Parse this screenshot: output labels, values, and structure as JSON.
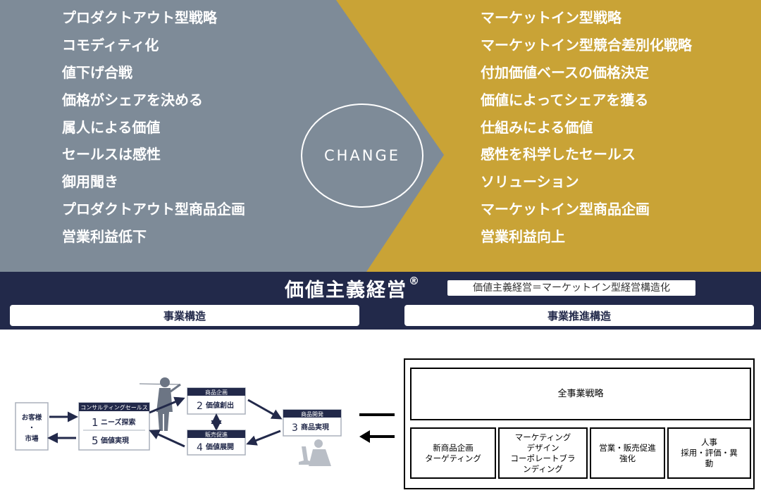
{
  "old_model": {
    "items": [
      "プロダクトアウト型戦略",
      "コモディティ化",
      "値下げ合戦",
      "価格がシェアを決める",
      "属人による価値",
      "セールスは感性",
      "御用聞き",
      "プロダクトアウト型商品企画",
      "営業利益低下"
    ]
  },
  "change_label": "CHANGE",
  "new_model": {
    "items": [
      "マーケットイン型戦略",
      "マーケットイン型競合差別化戦略",
      "付加価値ベースの価格決定",
      "価値によってシェアを獲る",
      "仕組みによる価値",
      "感性を科学したセールス",
      "ソリューション",
      "マーケットイン型商品企画",
      "営業利益向上"
    ]
  },
  "philosophy": {
    "title": "価値主義経営",
    "mark": "®",
    "caption": "価値主義経営＝マーケットイン型経営構造化"
  },
  "sections": {
    "business_structure": "事業構造",
    "promotion_structure": "事業推進構造"
  },
  "flow": {
    "customer": [
      "お客様",
      "・",
      "市場"
    ],
    "consulting": {
      "header": "コンサルティングセールス",
      "step1": {
        "num": "1",
        "label": "ニーズ探索"
      },
      "step5": {
        "num": "5",
        "label": "価値実現"
      }
    },
    "planning": {
      "header": "商品企画",
      "num": "2",
      "label": "価値創出"
    },
    "promotion": {
      "header": "販売促進",
      "num": "4",
      "label": "価値展開"
    },
    "development": {
      "header": "商品開発",
      "num": "3",
      "label": "商品実現"
    }
  },
  "strategy": {
    "top": "全事業戦略",
    "boxes": [
      [
        "新商品企画",
        "ターゲティング"
      ],
      [
        "マーケティング",
        "デザイン",
        "コーポレートブラ",
        "ンディング"
      ],
      [
        "営業・販売促進",
        "強化"
      ],
      [
        "人事",
        "採用・評価・異",
        "動"
      ]
    ]
  },
  "colors": {
    "slate": "#7e8b98",
    "gold": "#c9a336",
    "navy": "#22294a"
  }
}
